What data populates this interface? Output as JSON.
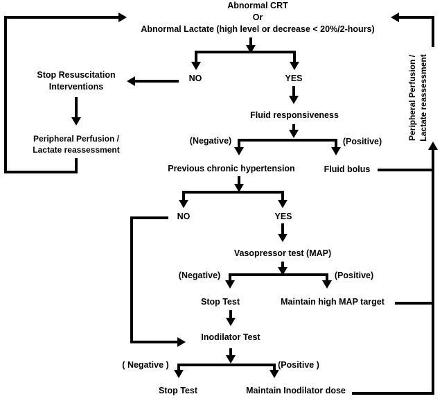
{
  "colors": {
    "line": "#000000",
    "text": "#000000",
    "background": "#ffffff"
  },
  "flowchart": {
    "start": {
      "line1": "Abnormal CRT",
      "line2": "Or",
      "line3": "Abnormal Lactate (high level or decrease < 20%/2-hours)"
    },
    "branch1": {
      "no": "NO",
      "yes": "YES"
    },
    "stop_resuscitation": {
      "line1": "Stop Resuscitation",
      "line2": "Interventions"
    },
    "peripheral_left": {
      "line1": "Peripheral Perfusion /",
      "line2": "Lactate reassessment"
    },
    "fluid_responsiveness": "Fluid responsiveness",
    "branch2": {
      "negative": "(Negative)",
      "positive": "(Positive)"
    },
    "previous_chronic_hypertension": "Previous chronic hypertension",
    "fluid_bolus": "Fluid bolus",
    "peripheral_right": {
      "line1": "Peripheral Perfusion /",
      "line2": "Lactate reassessment"
    },
    "branch3": {
      "no": "NO",
      "yes": "YES"
    },
    "vasopressor_test": "Vasopressor test (MAP)",
    "branch4": {
      "negative": "(Negative)",
      "positive": "(Positive)"
    },
    "stop_test_map": "Stop Test",
    "maintain_map": "Maintain high MAP target",
    "inodilator_test": "Inodilator Test",
    "branch5": {
      "negative": "( Negative )",
      "positive": "(Positive )"
    },
    "stop_test_inodilator": "Stop Test",
    "maintain_inodilator": "Maintain Inodilator dose"
  }
}
